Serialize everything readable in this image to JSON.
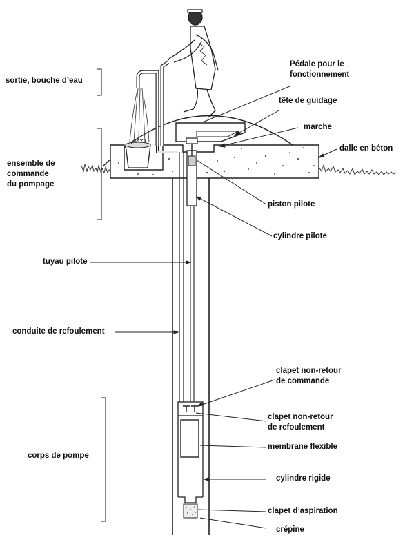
{
  "labels": {
    "sortie": "sortie, bouche d’eau",
    "ensemble_1": "ensemble de",
    "ensemble_2": "commande",
    "ensemble_3": "du pompage",
    "tuyau_pilote": "tuyau pilote",
    "conduite": "conduite de refoulement",
    "corps": "corps de pompe",
    "pedale_1": "Pédale pour le",
    "pedale_2": "fonctionnement",
    "tete": "tête de guidage",
    "marche": "marche",
    "dalle": "dalle en béton",
    "piston": "piston pilote",
    "cylindre_pilote": "cylindre pilote",
    "clapet_commande_1": "clapet non-retour",
    "clapet_commande_2": "de commande",
    "clapet_refoulement_1": "clapet non-retour",
    "clapet_refoulement_2": "de refoulement",
    "membrane": "membrane flexible",
    "cylindre_rigide": "cylindre rigide",
    "clapet_aspiration": "clapet d’aspiration",
    "crepine": "crépine"
  }
}
